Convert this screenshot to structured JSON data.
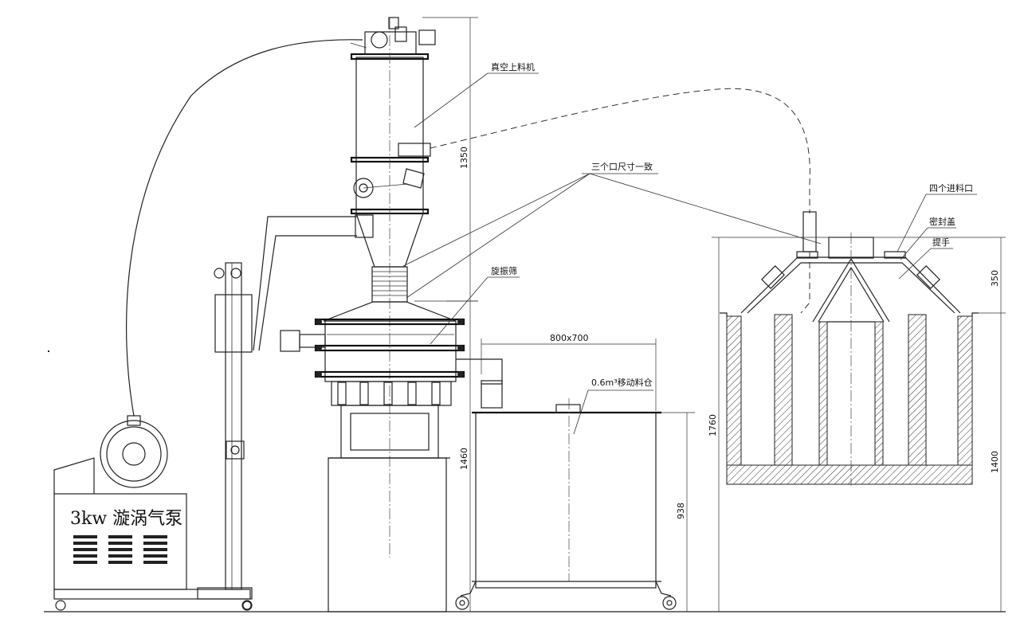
{
  "labels": {
    "vacuum_loader": "真空上料机",
    "same_size_ports": "三个口尺寸一致",
    "four_inlets": "四个进料口",
    "seal_cover": "密封盖",
    "handle": "提手",
    "vibrating_screen": "旋振筛",
    "mobile_bin": "0.6m³移动料仓",
    "pump": "3kw 漩涡气泵"
  },
  "dimensions": {
    "loader_height": "1350",
    "screen_height": "1460",
    "bin_size": "800x700",
    "bin_height": "938",
    "tank_total": "1760",
    "tank_top": "350",
    "tank_lower": "1400"
  },
  "colors": {
    "line": "#222222",
    "background": "#ffffff"
  }
}
